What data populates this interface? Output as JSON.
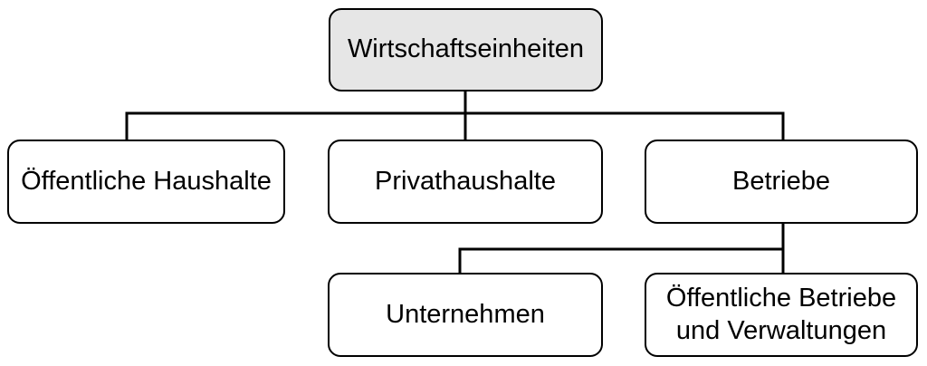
{
  "diagram": {
    "type": "org-tree",
    "background": "#ffffff",
    "colors": {
      "root_fill": "#e6e6e6",
      "node_fill": "#ffffff",
      "stroke": "#000000",
      "text": "#000000"
    },
    "nodes": [
      {
        "id": "wirtschaftseinheiten",
        "label": "Wirtschaftseinheiten",
        "level": 0,
        "parent": null
      },
      {
        "id": "oeffentliche-haushalte",
        "label": "Öffentliche Haushalte",
        "level": 1,
        "parent": "wirtschaftseinheiten"
      },
      {
        "id": "privathaushalte",
        "label": "Privathaushalte",
        "level": 1,
        "parent": "wirtschaftseinheiten"
      },
      {
        "id": "betriebe",
        "label": "Betriebe",
        "level": 1,
        "parent": "wirtschaftseinheiten"
      },
      {
        "id": "unternehmen",
        "label": "Unternehmen",
        "level": 2,
        "parent": "betriebe"
      },
      {
        "id": "oeffentliche-betriebe-und-verwaltungen",
        "label": "Öffentliche Betriebe und Verwaltungen",
        "level": 2,
        "parent": "betriebe"
      }
    ],
    "edges": [
      {
        "from": "wirtschaftseinheiten",
        "to": "oeffentliche-haushalte"
      },
      {
        "from": "wirtschaftseinheiten",
        "to": "privathaushalte"
      },
      {
        "from": "wirtschaftseinheiten",
        "to": "betriebe"
      },
      {
        "from": "betriebe",
        "to": "unternehmen"
      },
      {
        "from": "betriebe",
        "to": "oeffentliche-betriebe-und-verwaltungen"
      }
    ]
  }
}
